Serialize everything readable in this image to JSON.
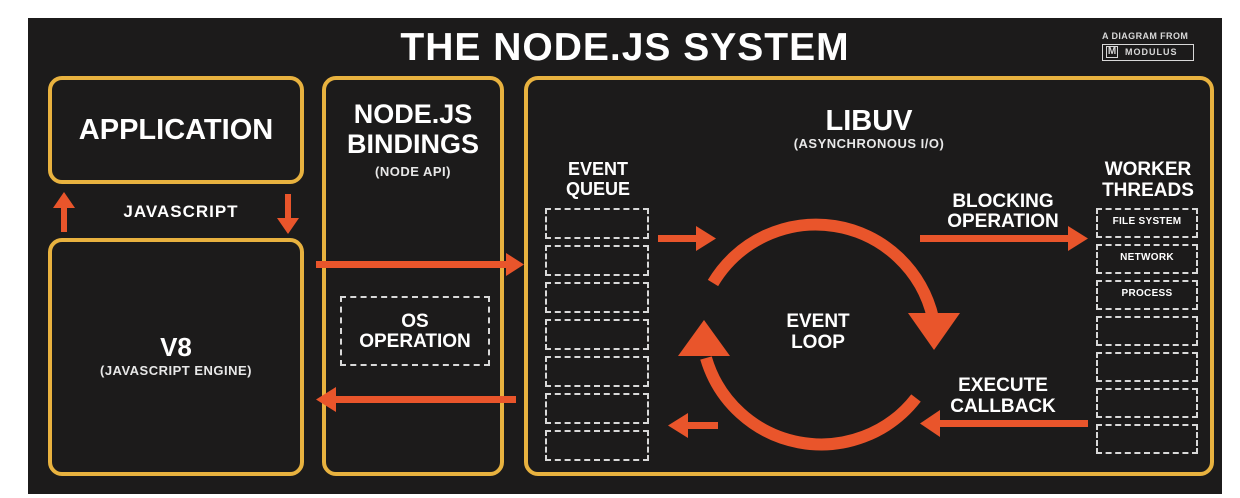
{
  "title": "THE NODE.JS SYSTEM",
  "brand": {
    "top": "A DIAGRAM FROM",
    "logo_letter": "M",
    "name": "MODULUS"
  },
  "application": {
    "label": "APPLICATION"
  },
  "javascript": {
    "label": "JAVASCRIPT"
  },
  "v8": {
    "label": "V8",
    "sublabel": "(JAVASCRIPT ENGINE)"
  },
  "bindings": {
    "line1": "NODE.JS",
    "line2": "BINDINGS",
    "sublabel": "(NODE API)"
  },
  "os_operation": {
    "line1": "OS",
    "line2": "OPERATION"
  },
  "libuv": {
    "label": "LIBUV",
    "sublabel": "(ASYNCHRONOUS I/O)"
  },
  "event_queue": {
    "line1": "EVENT",
    "line2": "QUEUE"
  },
  "event_loop": {
    "line1": "EVENT",
    "line2": "LOOP"
  },
  "blocking": {
    "line1": "BLOCKING",
    "line2": "OPERATION"
  },
  "execute": {
    "line1": "EXECUTE",
    "line2": "CALLBACK"
  },
  "worker_threads": {
    "line1": "WORKER",
    "line2": "THREADS",
    "items": [
      "FILE SYSTEM",
      "NETWORK",
      "PROCESS"
    ]
  },
  "colors": {
    "background": "#1c1b1b",
    "box_border": "#e8b23f",
    "arrow": "#e9552b",
    "text": "#ffffff"
  }
}
